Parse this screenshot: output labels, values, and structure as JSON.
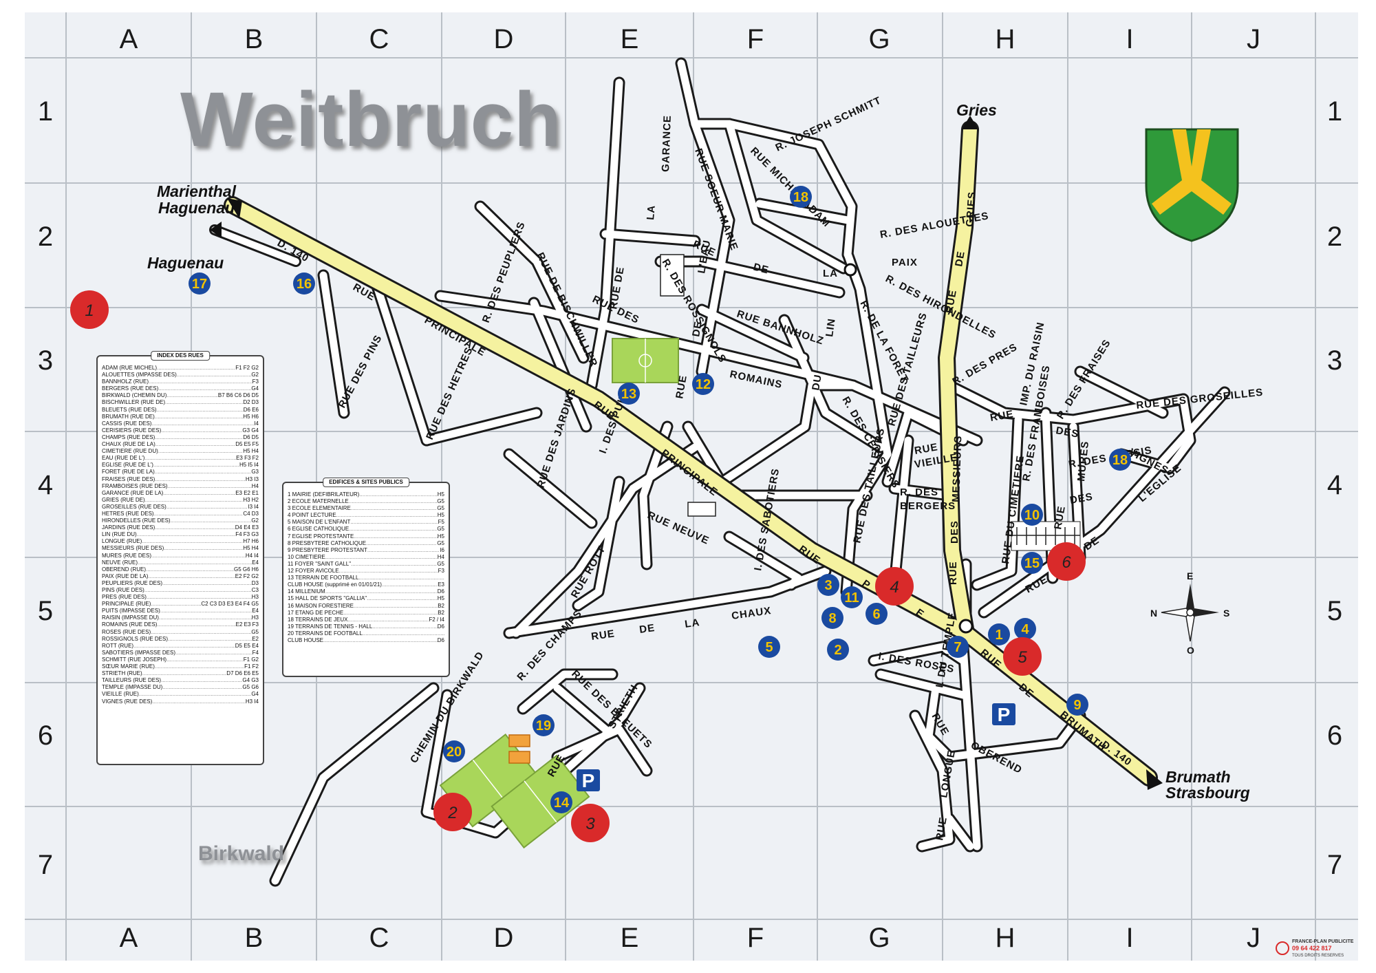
{
  "title": "Weitbruch",
  "grid": {
    "columns": [
      "A",
      "B",
      "C",
      "D",
      "E",
      "F",
      "G",
      "H",
      "I",
      "J"
    ],
    "rows": [
      "1",
      "2",
      "3",
      "4",
      "5",
      "6",
      "7"
    ]
  },
  "destinations": {
    "top_left_1": "Marienthal",
    "top_left_2": "Haguenau",
    "left": "Haguenau",
    "north": "Gries",
    "se_1": "Brumath",
    "se_2": "Strasbourg",
    "sw": "Birkwald"
  },
  "road_number": "D. 140",
  "streets": {
    "principale_w": "RUE",
    "principale_w2": "PRINCIPALE",
    "principale_m": "RUE",
    "principale_m2": "PRINCIPALE",
    "principale_e": "RUE",
    "principale_e2": "PRINCIPALE",
    "des_pins": "RUE DES PINS",
    "des_hetres": "RUE DES HETRES",
    "bischwiller": "RUE DE BISCHWILLER",
    "peupliers": "R. DES PEUPLIERS",
    "jardins": "RUE DES JARDINS",
    "puits": "I. DES PUITS",
    "rue_des": "RUE DES",
    "romains": "ROMAINS",
    "rue_de_left": "RUE DE",
    "rue_de_right": "DE",
    "rue_e3": "RUE",
    "rossignols": "R. DES ROSSIGNOLS",
    "la": "LA",
    "garance": "GARANCE",
    "soeur_marie": "RUE SOEUR MARIE",
    "michel_adam": "RUE MICHEL ADAM",
    "joseph_schmitt": "R. JOSEPH SCHMITT",
    "rue_eau": "RUE",
    "eau": "L'EAU",
    "de_la": "DE",
    "la2": "LA",
    "bannholz": "RUE BANNHOLZ",
    "lin": "LIN",
    "du": "DU",
    "alouettes": "R. DES ALOUETTES",
    "paix": "PAIX",
    "hirondelles": "R. DES HIRONDELLES",
    "foret": "R. DE LA FORET",
    "gries_rue": "RUE",
    "gries_de": "DE",
    "gries": "GRIES",
    "cerisiers": "R. DES CERISIERS",
    "tailleurs_n": "RUE DES TAILLEURS",
    "tailleurs_s": "RUE DES TAILLEURS",
    "vieille_rue": "RUE",
    "vieille": "VIEILLE",
    "bergers": "R. DES",
    "bergers2": "BERGERS",
    "messieurs_rue": "RUE",
    "messieurs_des": "DES",
    "messieurs": "MESSIEURS",
    "pres": "R. DES PRES",
    "imp_raisin": "IMP. DU RAISIN",
    "fraises": "R. DES FRAISES",
    "groseilles": "RUE DES GROSEILLES",
    "rue_h4": "RUE",
    "des_h4": "DES",
    "vignes": "VIGNES",
    "framboises": "R. DES FRAMBOISES",
    "cassis": "R. DES CASSIS",
    "mures_rue": "RUE",
    "mures_des": "DES",
    "mures": "MURES",
    "cimetiere": "RUE DU CIMETIERE",
    "eglise_rue": "RUE",
    "eglise_de": "DE",
    "eglise": "L'EGLISE",
    "neuve": "RUE NEUVE",
    "sabotiers": "I. DES SABOTIERS",
    "rott": "RUE ROTT",
    "chaux_rue": "RUE",
    "chaux_de": "DE",
    "chaux_la": "LA",
    "chaux": "CHAUX",
    "birkwald": "CHEMIN DU BIRKWALD",
    "r_des_champs": "R. DES CHAMPS",
    "bleuets": "RUE DES BLEUETS",
    "strieth": "STRIETH",
    "rue_d6": "RUE",
    "roses": "I. DES ROSES",
    "temple": "I. DU TEMPLE",
    "brumath_rue": "RUE",
    "brumath_de": "DE",
    "brumath": "BRUMATH",
    "oberend_rue": "RUE",
    "oberend": "OBEREND",
    "longue": "LONGUE",
    "longue_rue": "RUE",
    "pr_p": "P",
    "pr_e": "E"
  },
  "poi_numbers": [
    "1",
    "2",
    "3",
    "4",
    "5",
    "6",
    "7",
    "8",
    "9",
    "10",
    "11",
    "12",
    "13",
    "14",
    "15",
    "16",
    "17",
    "18",
    "18",
    "19",
    "20"
  ],
  "parking": "P",
  "red_markers": [
    "1",
    "2",
    "3",
    "4",
    "5",
    "6"
  ],
  "street_index": {
    "header": "INDEX DES RUES",
    "rows": [
      [
        "ADAM (RUE MICHEL)",
        "F1 F2 G2"
      ],
      [
        "ALOUETTES (IMPASSE DES)",
        "G2"
      ],
      [
        "BANNHOLZ (RUE)",
        "F3"
      ],
      [
        "BERGERS (RUE DES)",
        "G4"
      ],
      [
        "BIRKWALD (CHEMIN DU)",
        "B7 B6 C6 D6 D5"
      ],
      [
        "BISCHWILLER (RUE DE)",
        "D2 D3"
      ],
      [
        "BLEUETS (RUE DES)",
        "D6 E6"
      ],
      [
        "BRUMATH (RUE DE)",
        "H5 H6"
      ],
      [
        "CASSIS (RUE DES)",
        "I4"
      ],
      [
        "CERISIERS (RUE DES)",
        "G3 G4"
      ],
      [
        "CHAMPS (RUE DES)",
        "D6 D5"
      ],
      [
        "CHAUX (RUE DE LA)",
        "D5 E5 F5"
      ],
      [
        "CIMETIERE (RUE DU)",
        "H5 H4"
      ],
      [
        "EAU (RUE DE L')",
        "E3 F3 F2"
      ],
      [
        "EGLISE (RUE DE L')",
        "H5 I5 I4"
      ],
      [
        "FORET (RUE DE LA)",
        "G3"
      ],
      [
        "FRAISES (RUE DES)",
        "H3 I3"
      ],
      [
        "FRAMBOISES (RUE DES)",
        "H4"
      ],
      [
        "GARANCE (RUE DE LA)",
        "E3 E2 E1"
      ],
      [
        "GRIES (RUE DE)",
        "H3 H2"
      ],
      [
        "GROSEILLES (RUE DES)",
        "I3 I4"
      ],
      [
        "HETRES (RUE DES)",
        "C4 D3"
      ],
      [
        "HIRONDELLES (RUE DES)",
        "G2"
      ],
      [
        "JARDINS (RUE DES)",
        "D4 E4 E3"
      ],
      [
        "LIN (RUE DU)",
        "F4 F3 G3"
      ],
      [
        "LONGUE (RUE)",
        "H7 H6"
      ],
      [
        "MESSIEURS (RUE DES)",
        "H5 H4"
      ],
      [
        "MURES (RUE DES)",
        "H4 I4"
      ],
      [
        "NEUVE (RUE)",
        "E4"
      ],
      [
        "OBEREND (RUE)",
        "G5 G6 H6"
      ],
      [
        "PAIX (RUE DE LA)",
        "E2 F2 G2"
      ],
      [
        "PEUPLIERS (RUE DES)",
        "D3"
      ],
      [
        "PINS (RUE DES)",
        "C3"
      ],
      [
        "PRES (RUE DES)",
        "H3"
      ],
      [
        "PRINCIPALE (RUE)",
        "C2 C3 D3 E3 E4 F4 G5"
      ],
      [
        "PUITS (IMPASSE DES)",
        "E4"
      ],
      [
        "RAISIN (IMPASSE DU)",
        "H3"
      ],
      [
        "ROMAINS (RUE DES)",
        "E2 E3 F3"
      ],
      [
        "ROSES (RUE DES)",
        "G5"
      ],
      [
        "ROSSIGNOLS (RUE DES)",
        "E2"
      ],
      [
        "ROTT (RUE)",
        "D5 E5 E4"
      ],
      [
        "SABOTIERS (IMPASSE DES)",
        "F4"
      ],
      [
        "SCHMITT (RUE JOSEPH)",
        "F1 G2"
      ],
      [
        "SŒUR MARIE (RUE)",
        "F1 F2"
      ],
      [
        "STRIETH (RUE)",
        "D7 D6 E6 E5"
      ],
      [
        "TAILLEURS (RUE DES)",
        "G4 G3"
      ],
      [
        "TEMPLE (IMPASSE DU)",
        "G5 G6"
      ],
      [
        "VIEILLE (RUE)",
        "G4"
      ],
      [
        "VIGNES (RUE DES)",
        "H3 I4"
      ]
    ]
  },
  "public_sites": {
    "header": "EDIFICES & SITES PUBLICS",
    "rows": [
      [
        "1  MAIRIE (DEFIBRILATEUR)",
        "H5"
      ],
      [
        "2  ECOLE MATERNELLE",
        "G5"
      ],
      [
        "3  ECOLE ELEMENTAIRE",
        "G5"
      ],
      [
        "4  POINT LECTURE",
        "H5"
      ],
      [
        "5  MAISON DE L'ENFANT",
        "F5"
      ],
      [
        "6  EGLISE CATHOLIQUE",
        "G5"
      ],
      [
        "7  EGLISE PROTESTANTE",
        "H5"
      ],
      [
        "8  PRESBYTERE CATHOLIQUE",
        "G5"
      ],
      [
        "9  PRESBYTERE PROTESTANT",
        "I6"
      ],
      [
        "10  CIMETIERE",
        "H4"
      ],
      [
        "11  FOYER \"SAINT GALL\"",
        "G5"
      ],
      [
        "12  FOYER AVICOLE",
        "F3"
      ],
      [
        "13  TERRAIN DE FOOTBALL",
        ""
      ],
      [
        "     CLUB HOUSE (supprimé en 01/01/21)",
        "E3"
      ],
      [
        "14  MILLENIUM",
        "D6"
      ],
      [
        "15  HALL DE SPORTS \"GALLIA\"",
        "H5"
      ],
      [
        "16  MAISON FORESTIERE",
        "B2"
      ],
      [
        "17  ETANG DE PECHE",
        "B2"
      ],
      [
        "18  TERRAINS DE JEUX",
        "F2 / I4"
      ],
      [
        "19  TERRAINS DE TENNIS - HALL",
        "D6"
      ],
      [
        "20  TERRAINS DE FOOTBALL",
        ""
      ],
      [
        "     CLUB HOUSE",
        "D6"
      ]
    ]
  },
  "compass": {
    "n": "N",
    "s": "S",
    "e": "E",
    "o": "O"
  },
  "publisher": {
    "name": "FRANCE-PLAN PUBLICITE",
    "phone": "09 64 422 817",
    "rights": "TOUS DROITS RESERVES"
  },
  "colors": {
    "main_road": "#f5f2a0",
    "poi_blue": "#1a4aa0",
    "poi_yellow": "#f2c200",
    "red_marker": "#d92a2a",
    "field": "#a9d65a",
    "grid_line": "#b9bfc6",
    "crest_green": "#2f9a3a",
    "crest_yellow": "#f4c21e"
  }
}
